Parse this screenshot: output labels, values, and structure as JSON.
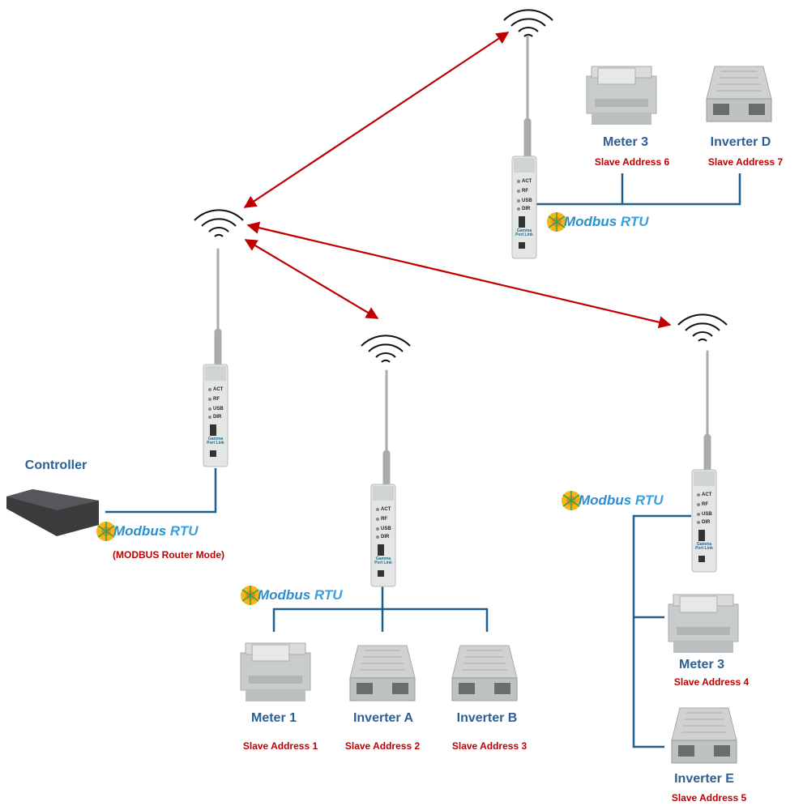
{
  "colors": {
    "link": "#c00000",
    "bus": "#1f5f8b",
    "label": "#2e5f93",
    "address": "#c00000"
  },
  "controller": {
    "label": "Controller",
    "mode": "(MODBUS Router Mode)"
  },
  "protocol": {
    "name": "Modbus",
    "suffix": "RTU"
  },
  "radio": {
    "leds": [
      "ACT",
      "RF",
      "USB",
      "DIR"
    ],
    "brand": "Gamma Port Link"
  },
  "groups": {
    "top": [
      {
        "label": "Meter 3",
        "address": "Slave Address 6"
      },
      {
        "label": "Inverter D",
        "address": "Slave Address 7"
      }
    ],
    "middle": [
      {
        "label": "Meter 1",
        "address": "Slave Address 1"
      },
      {
        "label": "Inverter A",
        "address": "Slave Address 2"
      },
      {
        "label": "Inverter B",
        "address": "Slave Address 3"
      }
    ],
    "right": [
      {
        "label": "Meter 3",
        "address": "Slave Address 4"
      },
      {
        "label": "Inverter E",
        "address": "Slave Address 5"
      }
    ]
  }
}
